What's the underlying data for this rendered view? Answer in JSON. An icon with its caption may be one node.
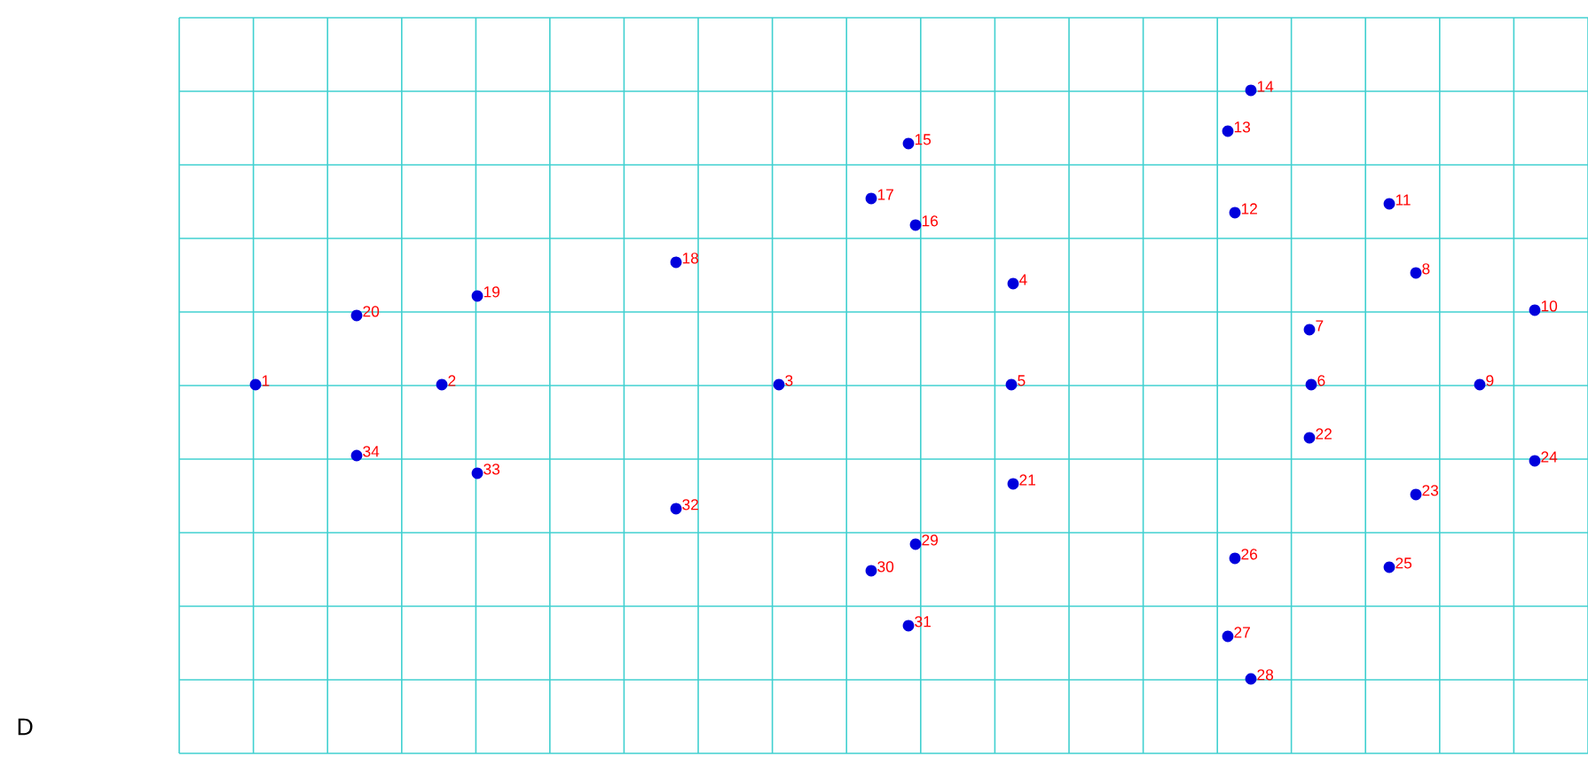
{
  "diagram": {
    "labels": [
      "1",
      "2",
      "3",
      "4",
      "5",
      "6",
      "7",
      "8",
      "9",
      "10",
      "11",
      "12",
      "13",
      "14",
      "15",
      "16",
      "17",
      "18",
      "19",
      "20",
      "21",
      "22",
      "23",
      "24",
      "25",
      "26",
      "27",
      "28",
      "29",
      "30",
      "31",
      "32",
      "33",
      "34",
      "D"
    ]
  }
}
